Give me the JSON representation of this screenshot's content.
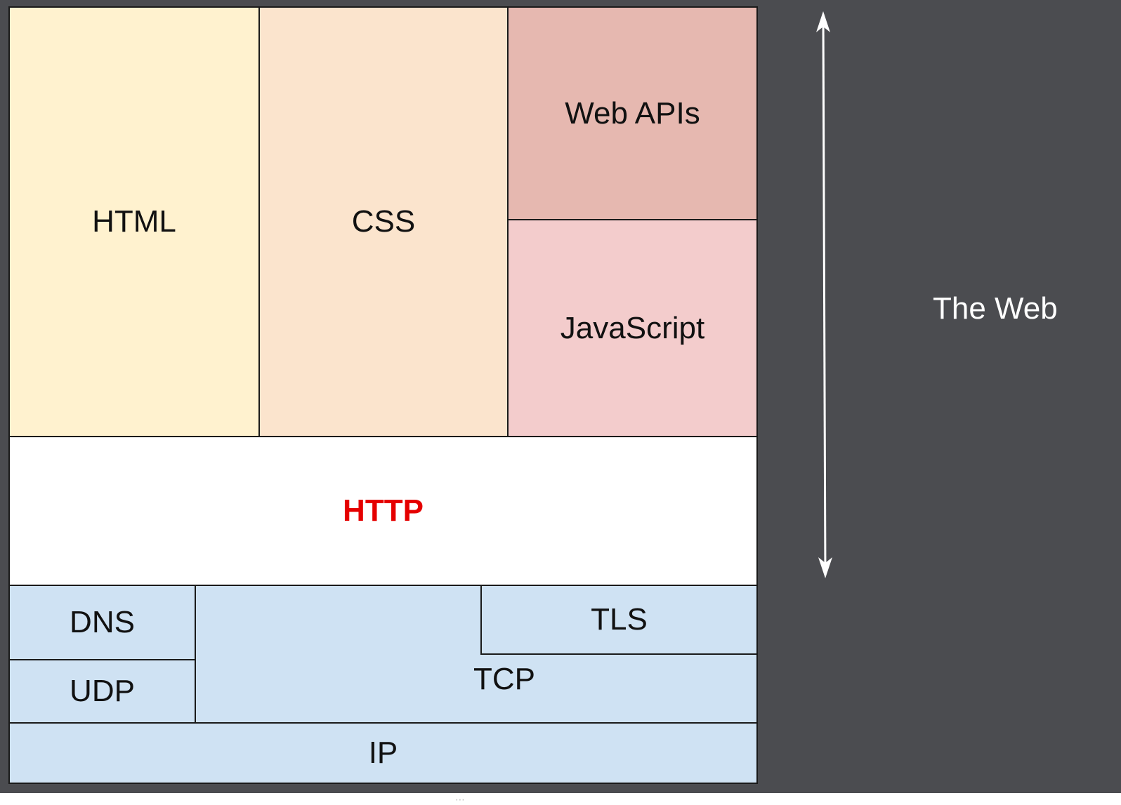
{
  "diagram": {
    "layers": {
      "html": "HTML",
      "css": "CSS",
      "web_apis": "Web APIs",
      "javascript": "JavaScript",
      "http": "HTTP",
      "dns": "DNS",
      "udp": "UDP",
      "tcp": "TCP",
      "tls": "TLS",
      "ip": "IP"
    },
    "side_label": "The Web"
  },
  "colors": {
    "background": "#4b4c50",
    "html_fill": "#fff2cf",
    "css_fill": "#fbe4cd",
    "web_apis_fill": "#e6b8b0",
    "javascript_fill": "#f3cccc",
    "http_fill": "#ffffff",
    "http_text": "#e50000",
    "network_fill": "#cfe2f3",
    "arrow": "#ffffff"
  },
  "icons": {
    "double_arrow": "vertical-double-arrow-icon"
  }
}
